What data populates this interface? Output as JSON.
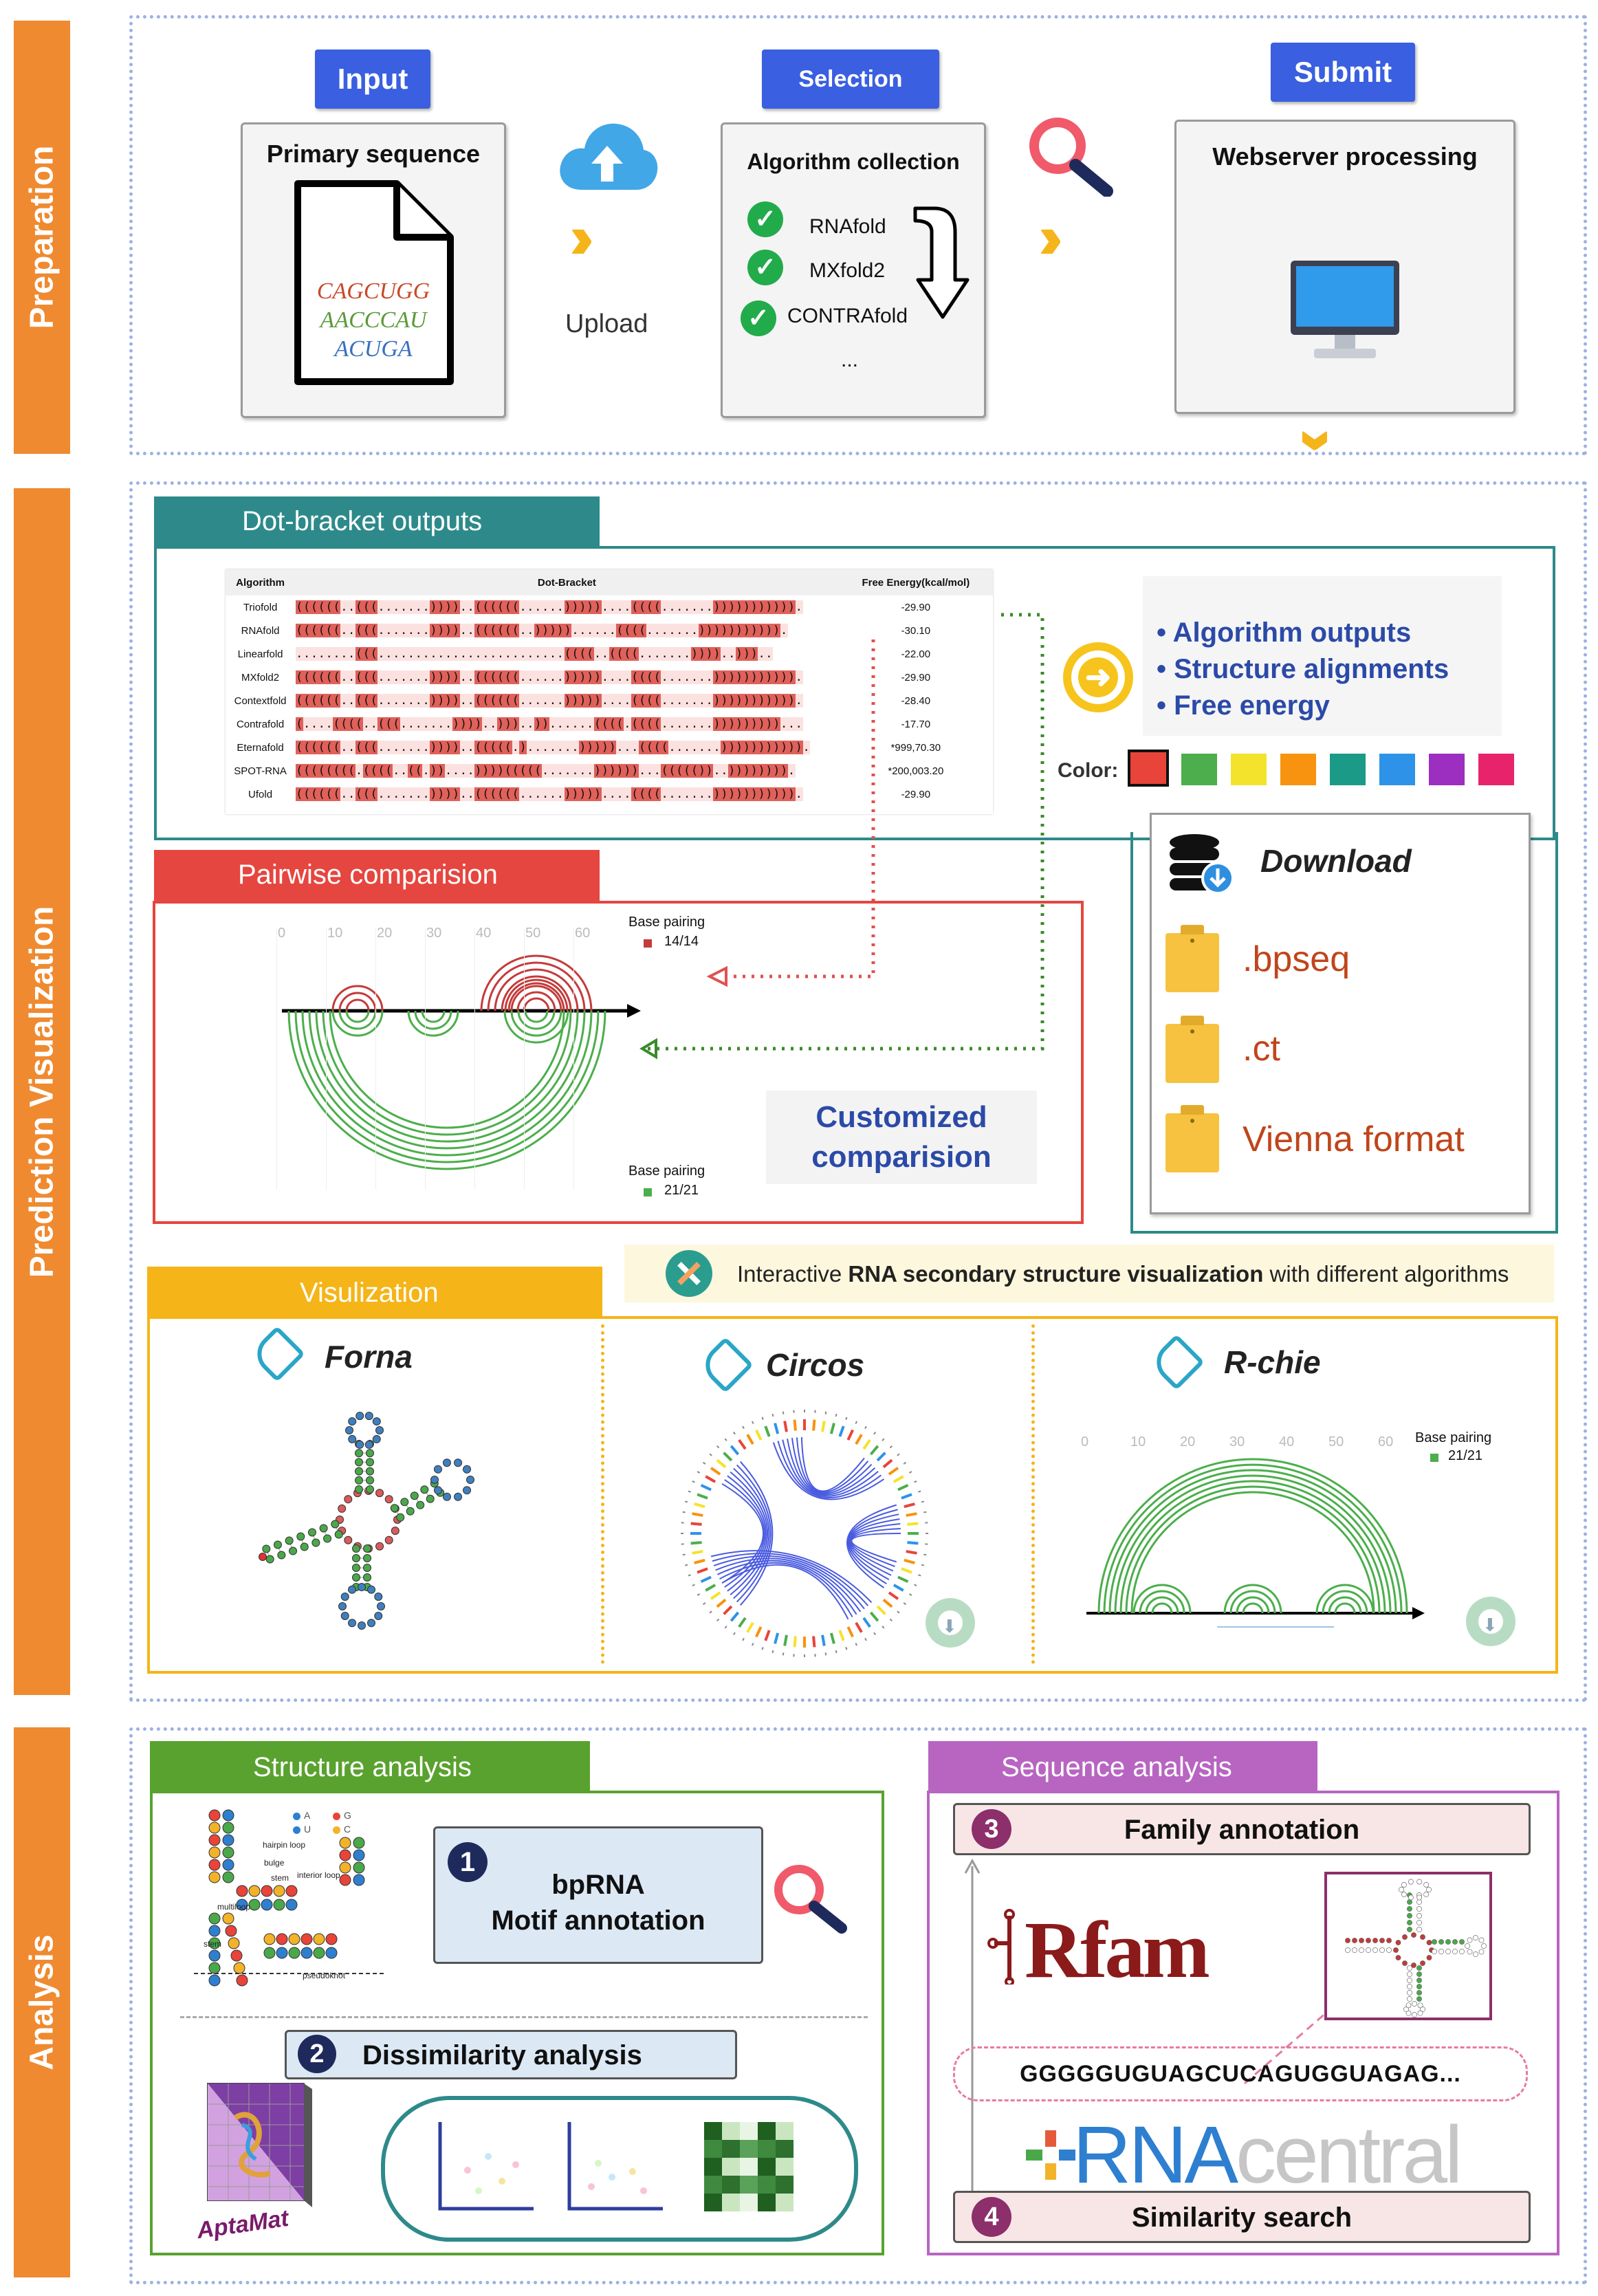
{
  "sections": {
    "preparation": "Preparation",
    "prediction": "Prediction Visualization",
    "analysis": "Analysis"
  },
  "preparation": {
    "input_button": "Input",
    "selection_button": "Selection",
    "submit_button": "Submit",
    "primary_title": "Primary sequence",
    "seq_lines": [
      "CAGCUGG",
      "AACCCAU",
      "ACUGA"
    ],
    "upload_label": "Upload",
    "algo_title": "Algorithm collection",
    "algos": [
      "RNAfold",
      "MXfold2",
      "CONTRAfold"
    ],
    "algo_more": "...",
    "server_title": "Webserver processing"
  },
  "dot_bracket": {
    "tab": "Dot-bracket outputs",
    "headers": [
      "Algorithm",
      "Dot-Bracket",
      "Free Energy(kcal/mol)"
    ],
    "rows": [
      {
        "name": "Triofold",
        "structure": "((((((..(((.......))))..((((((......)))))....((((.......))))))))))).",
        "energy": "-29.90"
      },
      {
        "name": "RNAfold",
        "structure": "((((((..(((.......))))..((((((..)))))......((((.......))))))))))).",
        "energy": "-30.10"
      },
      {
        "name": "Linearfold",
        "structure": "........(((.........................((((..((((.......))))..)))..",
        "energy": "-22.00"
      },
      {
        "name": "MXfold2",
        "structure": "((((((..(((.......))))..((((((......)))))....((((.......))))))))))).",
        "energy": "-29.90"
      },
      {
        "name": "Contextfold",
        "structure": "((((((..(((.......))))..((((((......)))))....((((.......))))))))))).",
        "energy": "-28.40"
      },
      {
        "name": "Contrafold",
        "structure": "(....((((..(((.......))))..)))..))......((((.((((.......)))))))))...",
        "energy": "-17.70"
      },
      {
        "name": "Eternafold",
        "structure": "((((((..(((.......))))..(((((.).......)))))...((((.......))))))))))).",
        "energy": "*999,70.30"
      },
      {
        "name": "SPOT-RNA",
        "structure": "((((((((.((((..((.))....))))(((((.......))))))...((((())..)))))))).",
        "energy": "*200,003.20"
      },
      {
        "name": "Ufold",
        "structure": "((((((..(((.......))))..((((((......)))))....((((.......))))))))))).",
        "energy": "-29.90"
      }
    ],
    "features": [
      "Algorithm outputs",
      "Structure alignments",
      "Free energy"
    ],
    "color_label": "Color:",
    "colors": [
      "#e8443a",
      "#4cae4c",
      "#f4e32c",
      "#f7930f",
      "#1a9a87",
      "#2e93e8",
      "#9c2fbf",
      "#e7246b"
    ]
  },
  "download": {
    "title": "Download",
    "formats": [
      ".bpseq",
      ".ct",
      "Vienna format"
    ]
  },
  "pairwise": {
    "tab": "Pairwise comparision",
    "ticks": [
      "0",
      "10",
      "20",
      "30",
      "40",
      "50",
      "60"
    ],
    "top_legend_title": "Base pairing",
    "top_legend_value": "14/14",
    "bottom_legend_title": "Base pairing",
    "bottom_legend_value": "21/21",
    "customized_line1": "Customized",
    "customized_line2": "comparision"
  },
  "visualization": {
    "tab": "Visulization",
    "banner_prefix": "Interactive ",
    "banner_bold": "RNA secondary structure visualization",
    "banner_suffix": " with different algorithms",
    "panels": [
      "Forna",
      "Circos",
      "R-chie"
    ],
    "rchie_ticks": [
      "0",
      "10",
      "20",
      "30",
      "40",
      "50",
      "60"
    ],
    "rchie_legend_title": "Base pairing",
    "rchie_legend_value": "21/21"
  },
  "structure_analysis": {
    "tab": "Structure analysis",
    "step1_num": "1",
    "step1_line1": "bpRNA",
    "step1_line2": "Motif annotation",
    "step2_num": "2",
    "step2_label": "Dissimilarity analysis",
    "motif_labels": [
      "hairpin loop",
      "bulge",
      "stem",
      "interior loop",
      "multiloop",
      "stem",
      "pseudoknot"
    ],
    "base_legend": [
      "A",
      "U",
      "G",
      "C"
    ],
    "aptamat_label": "AptaMat"
  },
  "sequence_analysis": {
    "tab": "Sequence analysis",
    "step3_num": "3",
    "step3_label": "Family annotation",
    "rfam_label": "Rfam",
    "sequence": "GGGGGUGUAGCUCAGUGGUAGAG...",
    "rnacentral_rna": "RNA",
    "rnacentral_central": "central",
    "step4_num": "4",
    "step4_label": "Similarity search"
  }
}
